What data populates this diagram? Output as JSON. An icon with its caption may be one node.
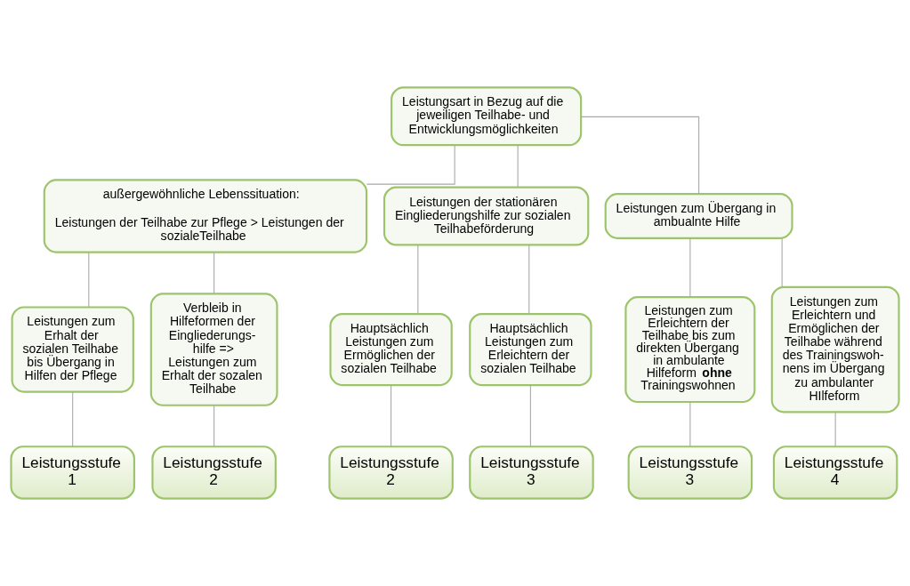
{
  "diagram": {
    "nodes": [
      {
        "text": [
          "Leistungsart in Bezug auf die jeweiligen Teilhabe- und Entwicklungsmöglichkeiten"
        ]
      },
      {
        "text": [
          "außergewöhnliche Lebenssituation:",
          "Leistungen der Teilhabe zur Pflege > Leistungen der sozialeTeilhabe"
        ]
      },
      {
        "text": [
          "Leistungen der stationären Eingliederungshilfe zur sozialen Teilhabeförderung"
        ]
      },
      {
        "text": [
          "Leistungen zum Übergang in ambualnte Hilfe"
        ]
      },
      {
        "text": [
          "Leistungen zum Erhalt der sozialen Teilhabe bis Übergang in Hilfen der Pflege"
        ]
      },
      {
        "text": [
          "Verbleib in Hilfeformen der Eingliederungs- hilfe => Leistungen zum Erhalt der sozalen Teilhabe"
        ]
      },
      {
        "text": [
          "Hauptsächlich Leistungen zum Ermöglichen der sozialen Teilhabe"
        ]
      },
      {
        "text": [
          "Hauptsächlich Leistungen zum Erleichtern der sozialen Teilhabe"
        ]
      },
      {
        "text": [
          "Leistungen zum Erleichtern der Teilhabe bis zum direkten Übergang in ambulante Hilfeform **ohne** Trainingswohnen"
        ]
      },
      {
        "text": [
          "Leistungen zum Erleichtern und Ermöglichen der Teilhabe während des Trainingswoh- nens im Übergang zu ambulanter HIlfeform"
        ]
      },
      {
        "text": [
          "Leistungsstufe 1"
        ]
      },
      {
        "text": [
          "Leistungsstufe 2"
        ]
      },
      {
        "text": [
          "Leistungsstufe 2"
        ]
      },
      {
        "text": [
          "Leistungsstufe 3"
        ]
      },
      {
        "text": [
          "Leistungsstufe 3"
        ]
      },
      {
        "text": [
          "Leistungsstufe 4"
        ]
      }
    ],
    "edges": [
      {
        "from": 0,
        "to": 1,
        "arrow": "none"
      },
      {
        "from": 0,
        "to": 2,
        "arrow": "none"
      },
      {
        "from": 0,
        "to": 3,
        "arrow": "none"
      },
      {
        "from": 1,
        "to": 4,
        "arrow": "none"
      },
      {
        "from": 1,
        "to": 5,
        "arrow": "none"
      },
      {
        "from": 2,
        "to": 6,
        "arrow": "none"
      },
      {
        "from": 2,
        "to": 7,
        "arrow": "none"
      },
      {
        "from": 3,
        "to": 8,
        "arrow": "none"
      },
      {
        "from": 3,
        "to": 9,
        "arrow": "none"
      },
      {
        "from": 4,
        "to": 10,
        "arrow": "none"
      },
      {
        "from": 5,
        "to": 11,
        "arrow": "none"
      },
      {
        "from": 6,
        "to": 12,
        "arrow": "none"
      },
      {
        "from": 7,
        "to": 13,
        "arrow": "none"
      },
      {
        "from": 8,
        "to": 14,
        "arrow": "none"
      },
      {
        "from": 9,
        "to": 15,
        "arrow": "none"
      }
    ]
  }
}
